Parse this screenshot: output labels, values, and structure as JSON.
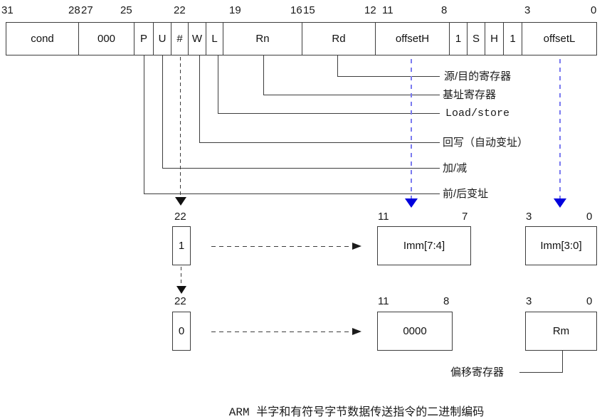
{
  "caption": "ARM 半字和有符号字节数据传送指令的二进制编码",
  "colors": {
    "line": "#3d3d3d",
    "blue_dash": "#7a7aef",
    "blue_arrow": "#0000dd"
  },
  "bits_top": [
    "31",
    "28",
    "27",
    "25",
    "22",
    "19",
    "16",
    "15",
    "12",
    "11",
    "8",
    "3",
    "0"
  ],
  "fields": [
    "cond",
    "000",
    "P",
    "U",
    "#",
    "W",
    "L",
    "Rn",
    "Rd",
    "offsetH",
    "1",
    "S",
    "H",
    "1",
    "offsetL"
  ],
  "callouts": [
    "源/目的寄存器",
    "基址寄存器",
    "Load/store",
    "回写（自动变址）",
    "加/减",
    "前/后变址"
  ],
  "imm_row": {
    "bit": "22",
    "value": "1",
    "high": {
      "hi": "11",
      "lo": "7",
      "label": "Imm[7:4]"
    },
    "low": {
      "hi": "3",
      "lo": "0",
      "label": "Imm[3:0]"
    }
  },
  "reg_row": {
    "bit": "22",
    "value": "0",
    "high": {
      "hi": "11",
      "lo": "8",
      "label": "0000"
    },
    "low": {
      "hi": "3",
      "lo": "0",
      "label": "Rm"
    },
    "callout": "偏移寄存器"
  }
}
